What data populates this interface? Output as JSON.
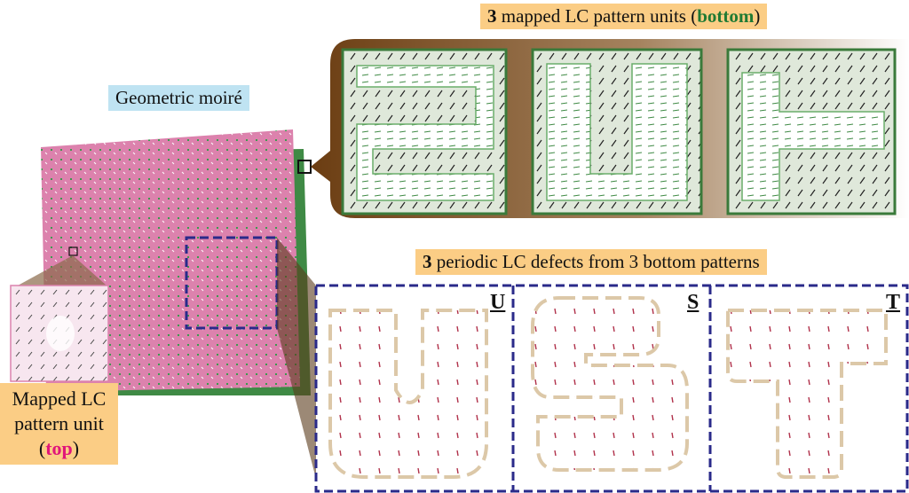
{
  "labels": {
    "moire": "Geometric moiré",
    "bottom_title": {
      "num": "3",
      "text": " mapped LC pattern units (",
      "highlight": "bottom",
      "end": ")"
    },
    "defects_title": {
      "num": "3",
      "text": " periodic LC defects from 3 bottom patterns"
    },
    "top_unit": {
      "line1": "Mapped LC",
      "line2": "pattern unit",
      "open": "(",
      "highlight": "top",
      "close": ")"
    }
  },
  "defect_letters": [
    "U",
    "S",
    "T"
  ],
  "colors": {
    "pink": "#dc82ad",
    "green_border": "#3f8a45",
    "panel_fill": "#dfe8da",
    "navy_dash": "#2a2a8a",
    "brown": "#6b3d12",
    "beige_outline": "#dcc8a8",
    "label_orange": "#fbcd85",
    "label_blue": "#bfe3f2"
  }
}
